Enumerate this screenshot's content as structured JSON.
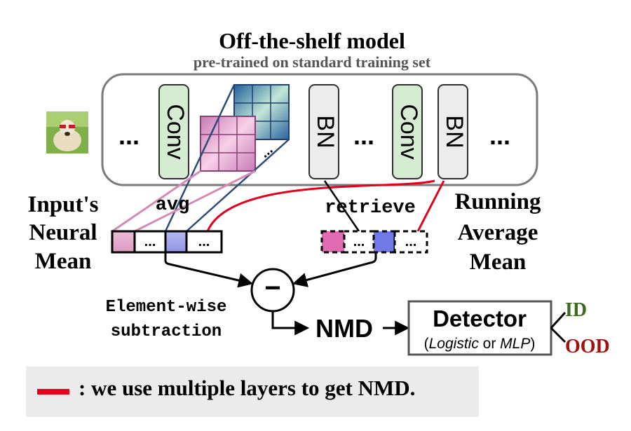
{
  "model": {
    "title": "Off-the-shelf model",
    "subtitle": "pre-trained on standard training set",
    "layers": [
      {
        "label": "Conv"
      },
      {
        "label": "BN"
      },
      {
        "label": "Conv"
      },
      {
        "label": "BN"
      }
    ],
    "ellipsis": "..."
  },
  "input": {
    "image_icon": "dog-photo-icon"
  },
  "left_vector": {
    "label_lines": [
      "Input's",
      "Neural",
      "Mean"
    ],
    "operation": "avg",
    "cells": [
      "",
      "...",
      "",
      "..."
    ]
  },
  "right_vector": {
    "label_lines": [
      "Running",
      "Average",
      "Mean"
    ],
    "operation": "retrieve",
    "cells": [
      "",
      "...",
      "",
      "..."
    ]
  },
  "subtraction": {
    "symbol": "−",
    "label_lines": [
      "Element-wise",
      "subtraction"
    ]
  },
  "nmd": {
    "label": "NMD"
  },
  "detector": {
    "title": "Detector",
    "subtitle_open": "(",
    "subtitle_opt1": "Logistic",
    "subtitle_or": " or ",
    "subtitle_opt2": "MLP",
    "subtitle_close": ")"
  },
  "outputs": {
    "id_label": "ID",
    "ood_label": "OOD",
    "id_color": "#3d6b1e",
    "ood_color": "#a31010"
  },
  "legend": {
    "text": ": we use multiple layers to get NMD.",
    "line_color": "#e6001a"
  },
  "colors": {
    "conv_fill": "#d6ecd2",
    "bn_fill": "#ececec",
    "pink_cell": "#e7b3d0",
    "blue_cell": "#a9acee",
    "pink_line": "#d48ab7",
    "navy_line": "#2b4a7a"
  }
}
